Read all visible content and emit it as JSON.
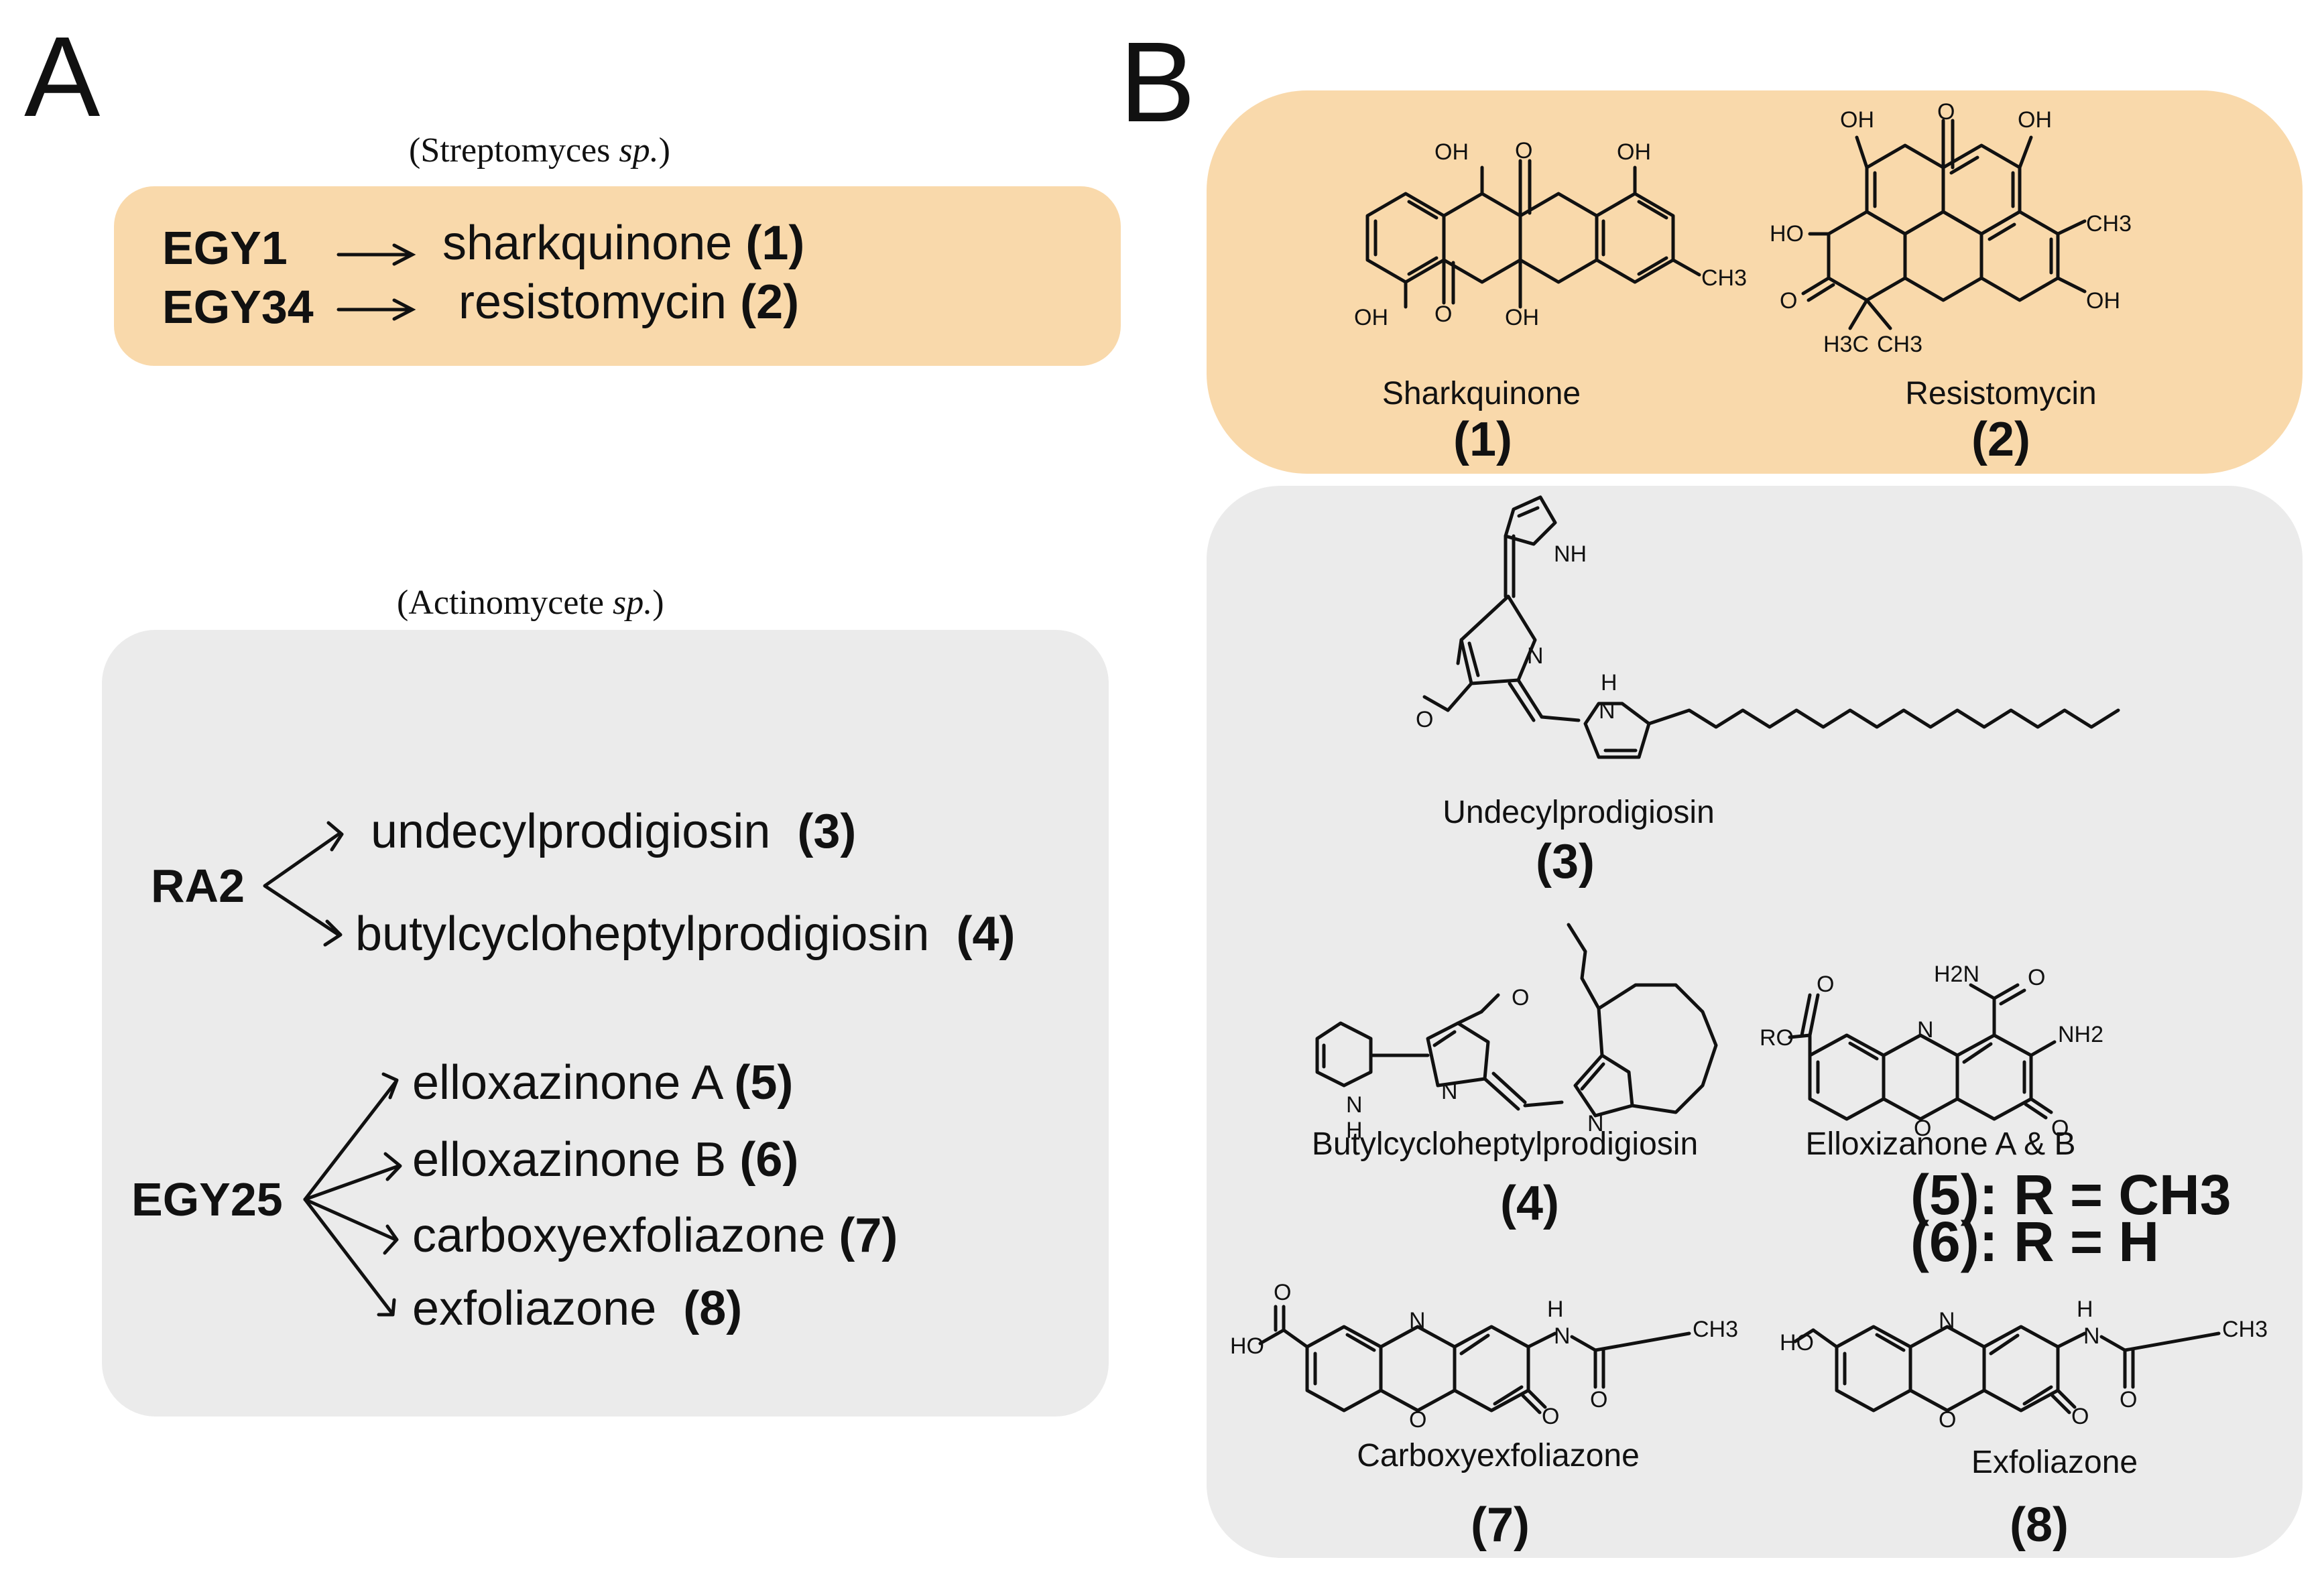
{
  "panel_a": {
    "letter": "A",
    "group1": {
      "species_genus": "(Streptomyces",
      "species_sp": "sp.",
      "species_close": ")",
      "strains": [
        "EGY1",
        "EGY34"
      ],
      "products": [
        {
          "name": "sharkquinone",
          "num": "(1)"
        },
        {
          "name": "resistomycin",
          "num": "(2)"
        }
      ]
    },
    "group2": {
      "species_genus": "(Actinomycete",
      "species_sp": "sp.",
      "species_close": ")",
      "strain_ra2": "RA2",
      "ra2_products": [
        {
          "name": "undecylprodigiosin",
          "num": "(3)"
        },
        {
          "name": "butylcycloheptylprodigiosin",
          "num": "(4)"
        }
      ],
      "strain_egy25": "EGY25",
      "egy25_products": [
        {
          "name": "elloxazinone A",
          "num": "(5)"
        },
        {
          "name": "elloxazinone B",
          "num": "(6)"
        },
        {
          "name": "carboxyexfoliazone",
          "num": "(7)"
        },
        {
          "name": "exfoliazone",
          "num": "(8)"
        }
      ]
    }
  },
  "panel_b": {
    "letter": "B",
    "compounds": [
      {
        "name": "Sharkquinone",
        "num": "(1)"
      },
      {
        "name": "Resistomycin",
        "num": "(2)"
      },
      {
        "name": "Undecylprodigiosin",
        "num": "(3)"
      },
      {
        "name": "Butylcycloheptylprodigiosin",
        "num": "(4)"
      },
      {
        "name": "Elloxizanone A & B",
        "num": ""
      },
      {
        "name": "Carboxyexfoliazone",
        "num": "(7)"
      },
      {
        "name": "Exfoliazone",
        "num": "(8)"
      }
    ],
    "r_groups": [
      "(5): R = CH3",
      "(6): R = H"
    ],
    "atom_labels": {
      "OH": "OH",
      "O": "O",
      "CH3": "CH3",
      "HO": "HO",
      "H3C": "H3C",
      "NH": "NH",
      "N": "N",
      "H": "H",
      "NH2": "NH2",
      "H2N": "H2N",
      "RO": "RO"
    }
  },
  "colors": {
    "orange_box": "#f9d9ab",
    "grey_box": "#ebebeb",
    "ink": "#111111"
  }
}
